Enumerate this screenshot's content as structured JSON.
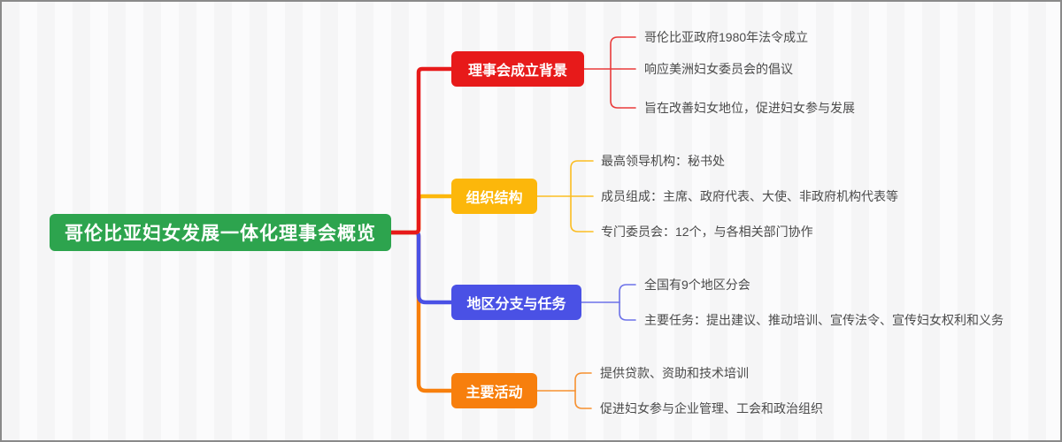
{
  "canvas": {
    "border_color": "#8a8a8a",
    "stripe_light": "#fbfbfc",
    "stripe_dark": "#f5f5f6"
  },
  "root": {
    "label": "哥伦比亚妇女发展一体化理事会概览",
    "color": "#2da44e",
    "text_color": "#ffffff"
  },
  "branches": [
    {
      "label": "理事会成立背景",
      "color": "#e71a1a",
      "children": [
        "哥伦比亚政府1980年法令成立",
        "响应美洲妇女委员会的倡议",
        "旨在改善妇女地位，促进妇女参与发展"
      ]
    },
    {
      "label": "组织结构",
      "color": "#fcb70b",
      "children": [
        "最高领导机构：秘书处",
        "成员组成：主席、政府代表、大使、非政府机构代表等",
        "专门委员会：12个，与各相关部门协作"
      ]
    },
    {
      "label": "地区分支与任务",
      "color": "#4a51e5",
      "children": [
        "全国有9个地区分会",
        "主要任务：提出建议、推动培训、宣传法令、宣传妇女权利和义务"
      ]
    },
    {
      "label": "主要活动",
      "color": "#f77f0d",
      "children": [
        "提供贷款、资助和技术培训",
        "促进妇女参与企业管理、工会和政治组织"
      ]
    }
  ]
}
